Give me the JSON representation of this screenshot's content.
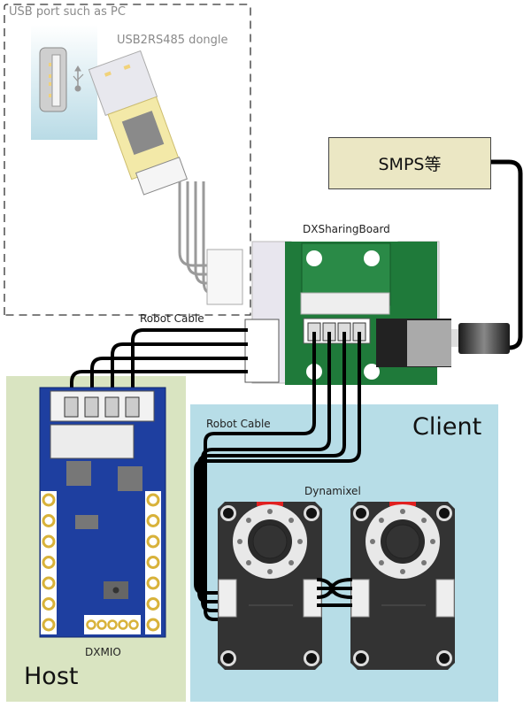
{
  "diagram": {
    "regions": {
      "usb_host_area": {
        "label": "USB port such as PC"
      },
      "host": {
        "label": "Host",
        "color": "#d9e4c1"
      },
      "client": {
        "label": "Client",
        "color": "#b7dde7"
      }
    },
    "components": {
      "dongle": {
        "label": "USB2RS485 dongle"
      },
      "sharing_board": {
        "label": "DXSharingBoard"
      },
      "power_supply": {
        "label": "SMPS等",
        "color": "#ebe7c4"
      },
      "controller": {
        "label": "DXMIO"
      },
      "servo_group": {
        "label": "Dynamixel",
        "count": 2
      }
    },
    "cables": {
      "host_cable": {
        "label": "Robot Cable",
        "wires": 4
      },
      "client_cable": {
        "label": "Robot Cable",
        "wires": 4
      }
    },
    "colors": {
      "pcb_green": "#1f7a3a",
      "pcb_blue": "#1e3fa0",
      "cable_black": "#000000",
      "servo_body": "#333333",
      "servo_marker": "#e02020"
    }
  }
}
